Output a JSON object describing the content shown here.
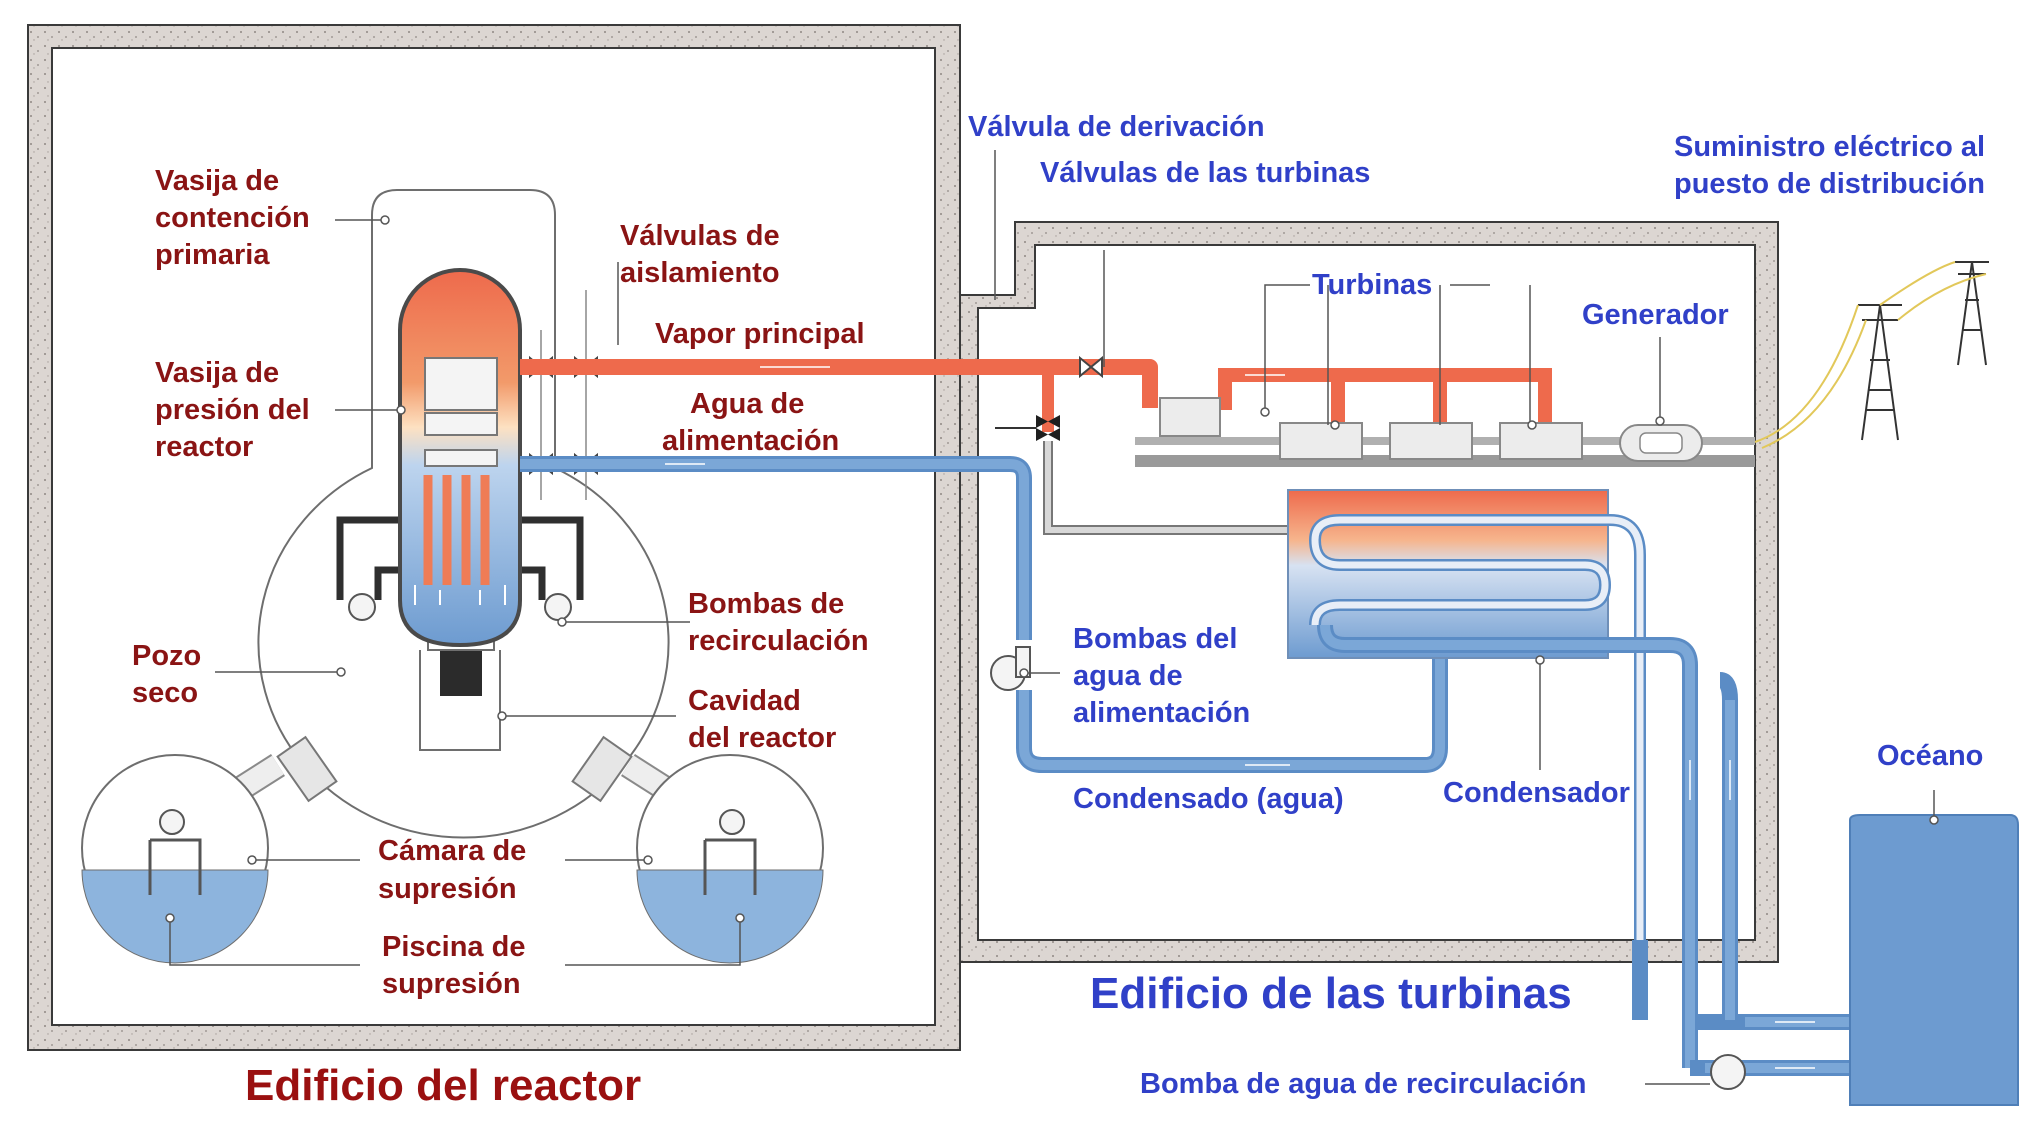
{
  "buildings": {
    "reactor_title": "Edificio del reactor",
    "turbine_title": "Edificio de las turbinas"
  },
  "labels_reactor": {
    "primary_containment": [
      "Vasija de",
      "contención",
      "primaria"
    ],
    "reactor_pressure_vessel": [
      "Vasija de",
      "presión del",
      "reactor"
    ],
    "drywell": [
      "Pozo",
      "seco"
    ],
    "isolation_valves": [
      "Válvulas de",
      "aislamiento"
    ],
    "main_steam": "Vapor principal",
    "feedwater": [
      "Agua de",
      "alimentación"
    ],
    "recirculation_pumps": [
      "Bombas de",
      "recirculación"
    ],
    "reactor_cavity": [
      "Cavidad",
      "del reactor"
    ],
    "suppression_chamber": [
      "Cámara de",
      "supresión"
    ],
    "suppression_pool": [
      "Piscina de",
      "supresión"
    ]
  },
  "labels_turbine": {
    "bypass_valve": "Válvula de derivación",
    "turbine_valves": "Válvulas de las turbinas",
    "turbines": "Turbinas",
    "generator": "Generador",
    "power_supply": [
      "Suministro eléctrico al",
      "puesto de distribución"
    ],
    "feedwater_pumps": [
      "Bombas del",
      "agua de",
      "alimentación"
    ],
    "condensate": "Condensado (agua)",
    "condenser": "Condensador",
    "ocean": "Océano",
    "recirc_water_pump": "Bomba de agua de recirculación"
  },
  "colors": {
    "steam": "#ee6a4c",
    "water": "#6d9bd0",
    "wall": "#d8d2ce",
    "label_red": "#8a1414",
    "label_blue": "#3040c8"
  }
}
